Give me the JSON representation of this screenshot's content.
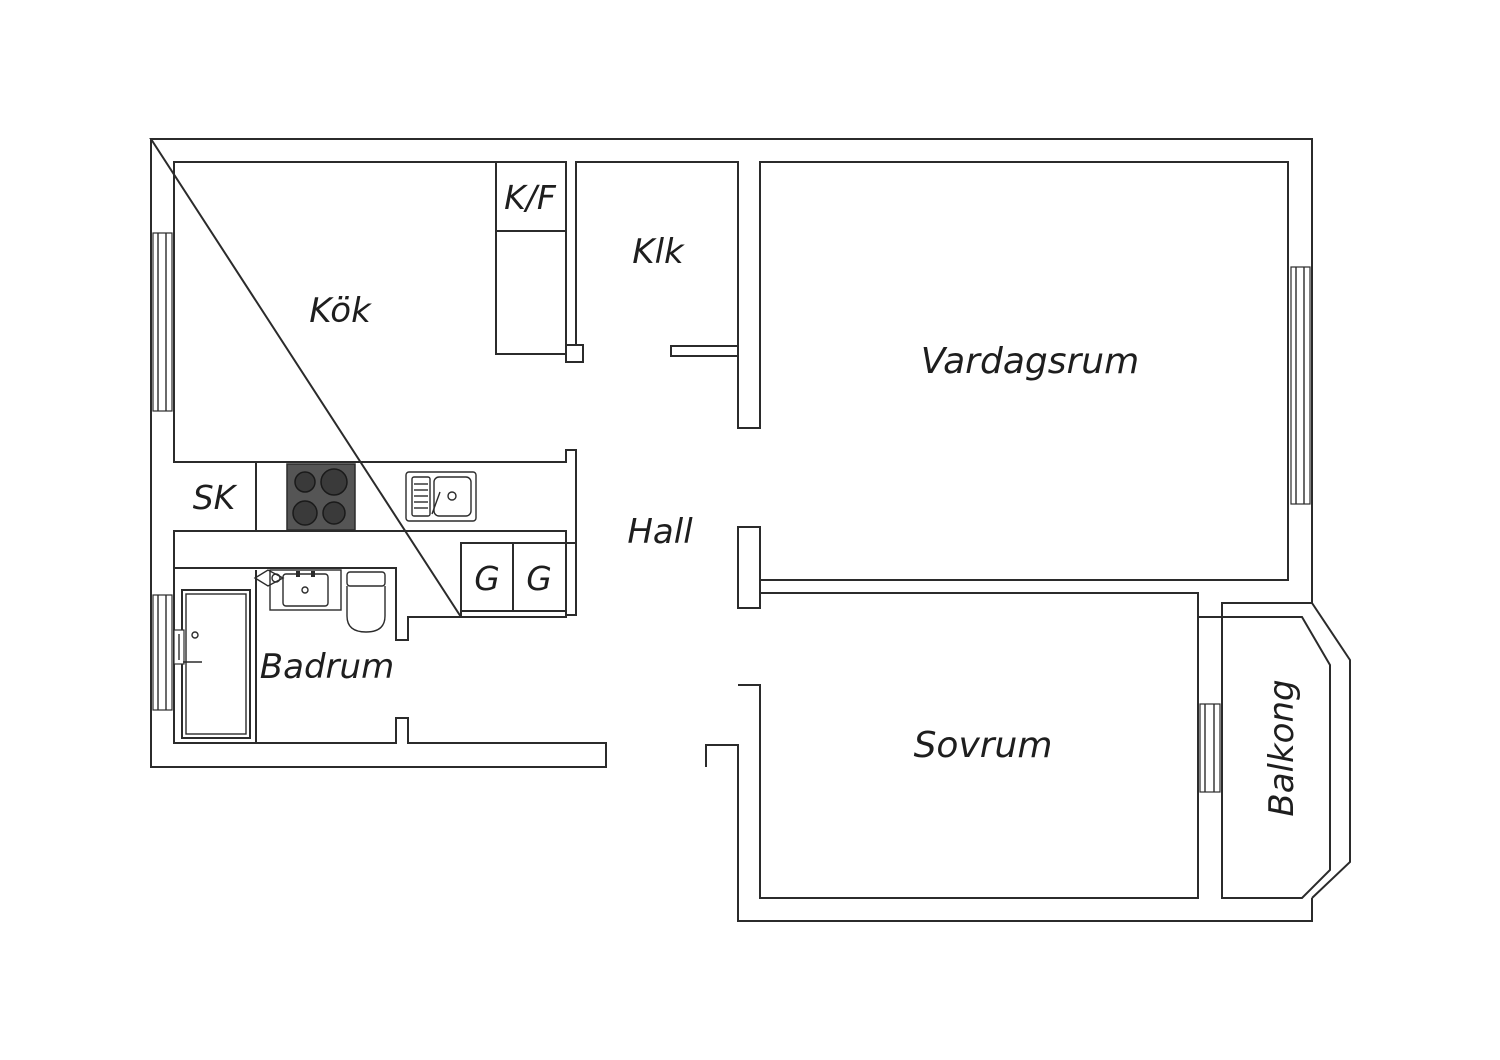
{
  "plan": {
    "rooms": {
      "kok": "Kök",
      "kf": "K/F",
      "klk": "Klk",
      "vardagsrum": "Vardagsrum",
      "sk": "SK",
      "hall": "Hall",
      "g1": "G",
      "g2": "G",
      "badrum": "Badrum",
      "sovrum": "Sovrum",
      "balkong": "Balkong"
    },
    "fixtures": {
      "stove_icon": "stove-icon",
      "sink_icon": "kitchen-sink-icon",
      "bathtub_icon": "bathtub-icon",
      "washbasin_icon": "washbasin-icon",
      "toilet_icon": "toilet-icon"
    },
    "colors": {
      "line": "#2b2b2b",
      "stove": "#555555",
      "background": "#ffffff"
    }
  }
}
